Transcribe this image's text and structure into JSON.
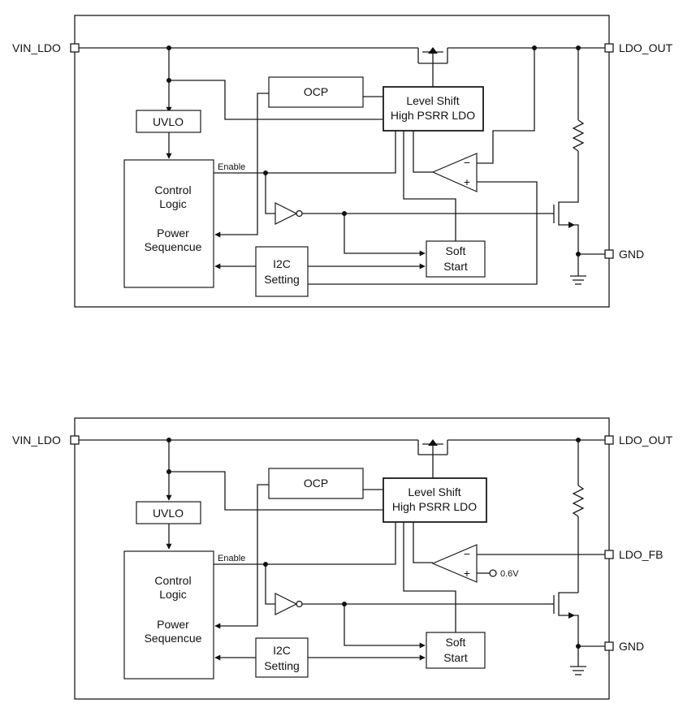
{
  "diagrams": [
    {
      "pins": {
        "vin": "VIN_LDO",
        "out": "LDO_OUT",
        "gnd": "GND"
      },
      "blocks": {
        "ocp": "OCP",
        "uvlo": "UVLO",
        "ldo_line1": "Level Shift",
        "ldo_line2": "High PSRR LDO",
        "ctrl_line1": "Control",
        "ctrl_line2": "Logic",
        "ctrl_line3": "Power",
        "ctrl_line4": "Sequencue",
        "i2c_line1": "I2C",
        "i2c_line2": "Setting",
        "ss_line1": "Soft",
        "ss_line2": "Start"
      },
      "enable_label": "Enable",
      "amp": {
        "minus": "−",
        "plus": "+"
      }
    },
    {
      "pins": {
        "vin": "VIN_LDO",
        "out": "LDO_OUT",
        "fb": "LDO_FB",
        "gnd": "GND"
      },
      "blocks": {
        "ocp": "OCP",
        "uvlo": "UVLO",
        "ldo_line1": "Level Shift",
        "ldo_line2": "High PSRR LDO",
        "ctrl_line1": "Control",
        "ctrl_line2": "Logic",
        "ctrl_line3": "Power",
        "ctrl_line4": "Sequencue",
        "i2c_line1": "I2C",
        "i2c_line2": "Setting",
        "ss_line1": "Soft",
        "ss_line2": "Start"
      },
      "enable_label": "Enable",
      "amp": {
        "minus": "−",
        "plus": "+"
      },
      "vref": "0.6V"
    }
  ]
}
